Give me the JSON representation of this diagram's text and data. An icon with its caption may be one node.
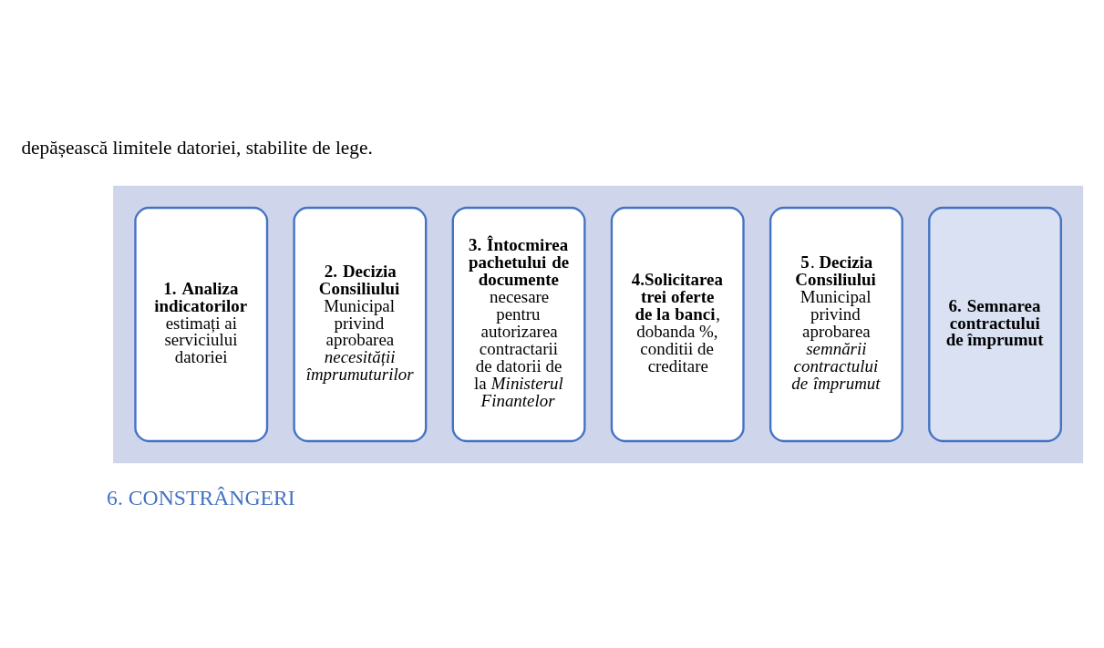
{
  "diagram": {
    "nodes": [
      {
        "text": [],
        "shape": "arrow"
      },
      {
        "text": [
          "**1. Analiza indicatorilor** estimați ai serviciului datoriei"
        ],
        "in": 0
      },
      {
        "text": [
          "**2. Decizia Consiliului** Municipal privind aprobarea *necesității împrumuturilor*"
        ],
        "in": 0
      },
      {
        "text": [
          "**3. Întocmirea pachetului de documente** necesare pentru autorizarea contractarii de datorii de la *Ministerul Finantelor*"
        ],
        "in": 0
      },
      {
        "text": [
          "**4.Solicitarea trei oferte de la banci**, dobanda %, conditii de creditare"
        ],
        "in": 0
      },
      {
        "text": [
          "**5**. **Decizia Consiliului** Municipal privind aprobarea *semnării contractului de împrumut*"
        ],
        "in": 0
      },
      {
        "text": [
          "6. Semnarea contractului de împrumut"
        ],
        "in": 0
      }
    ],
    "edges": [],
    "labels": [
      "depășească limitele datoriei, stabilite de lege.",
      "6. CONSTRÂNGERI"
    ]
  }
}
